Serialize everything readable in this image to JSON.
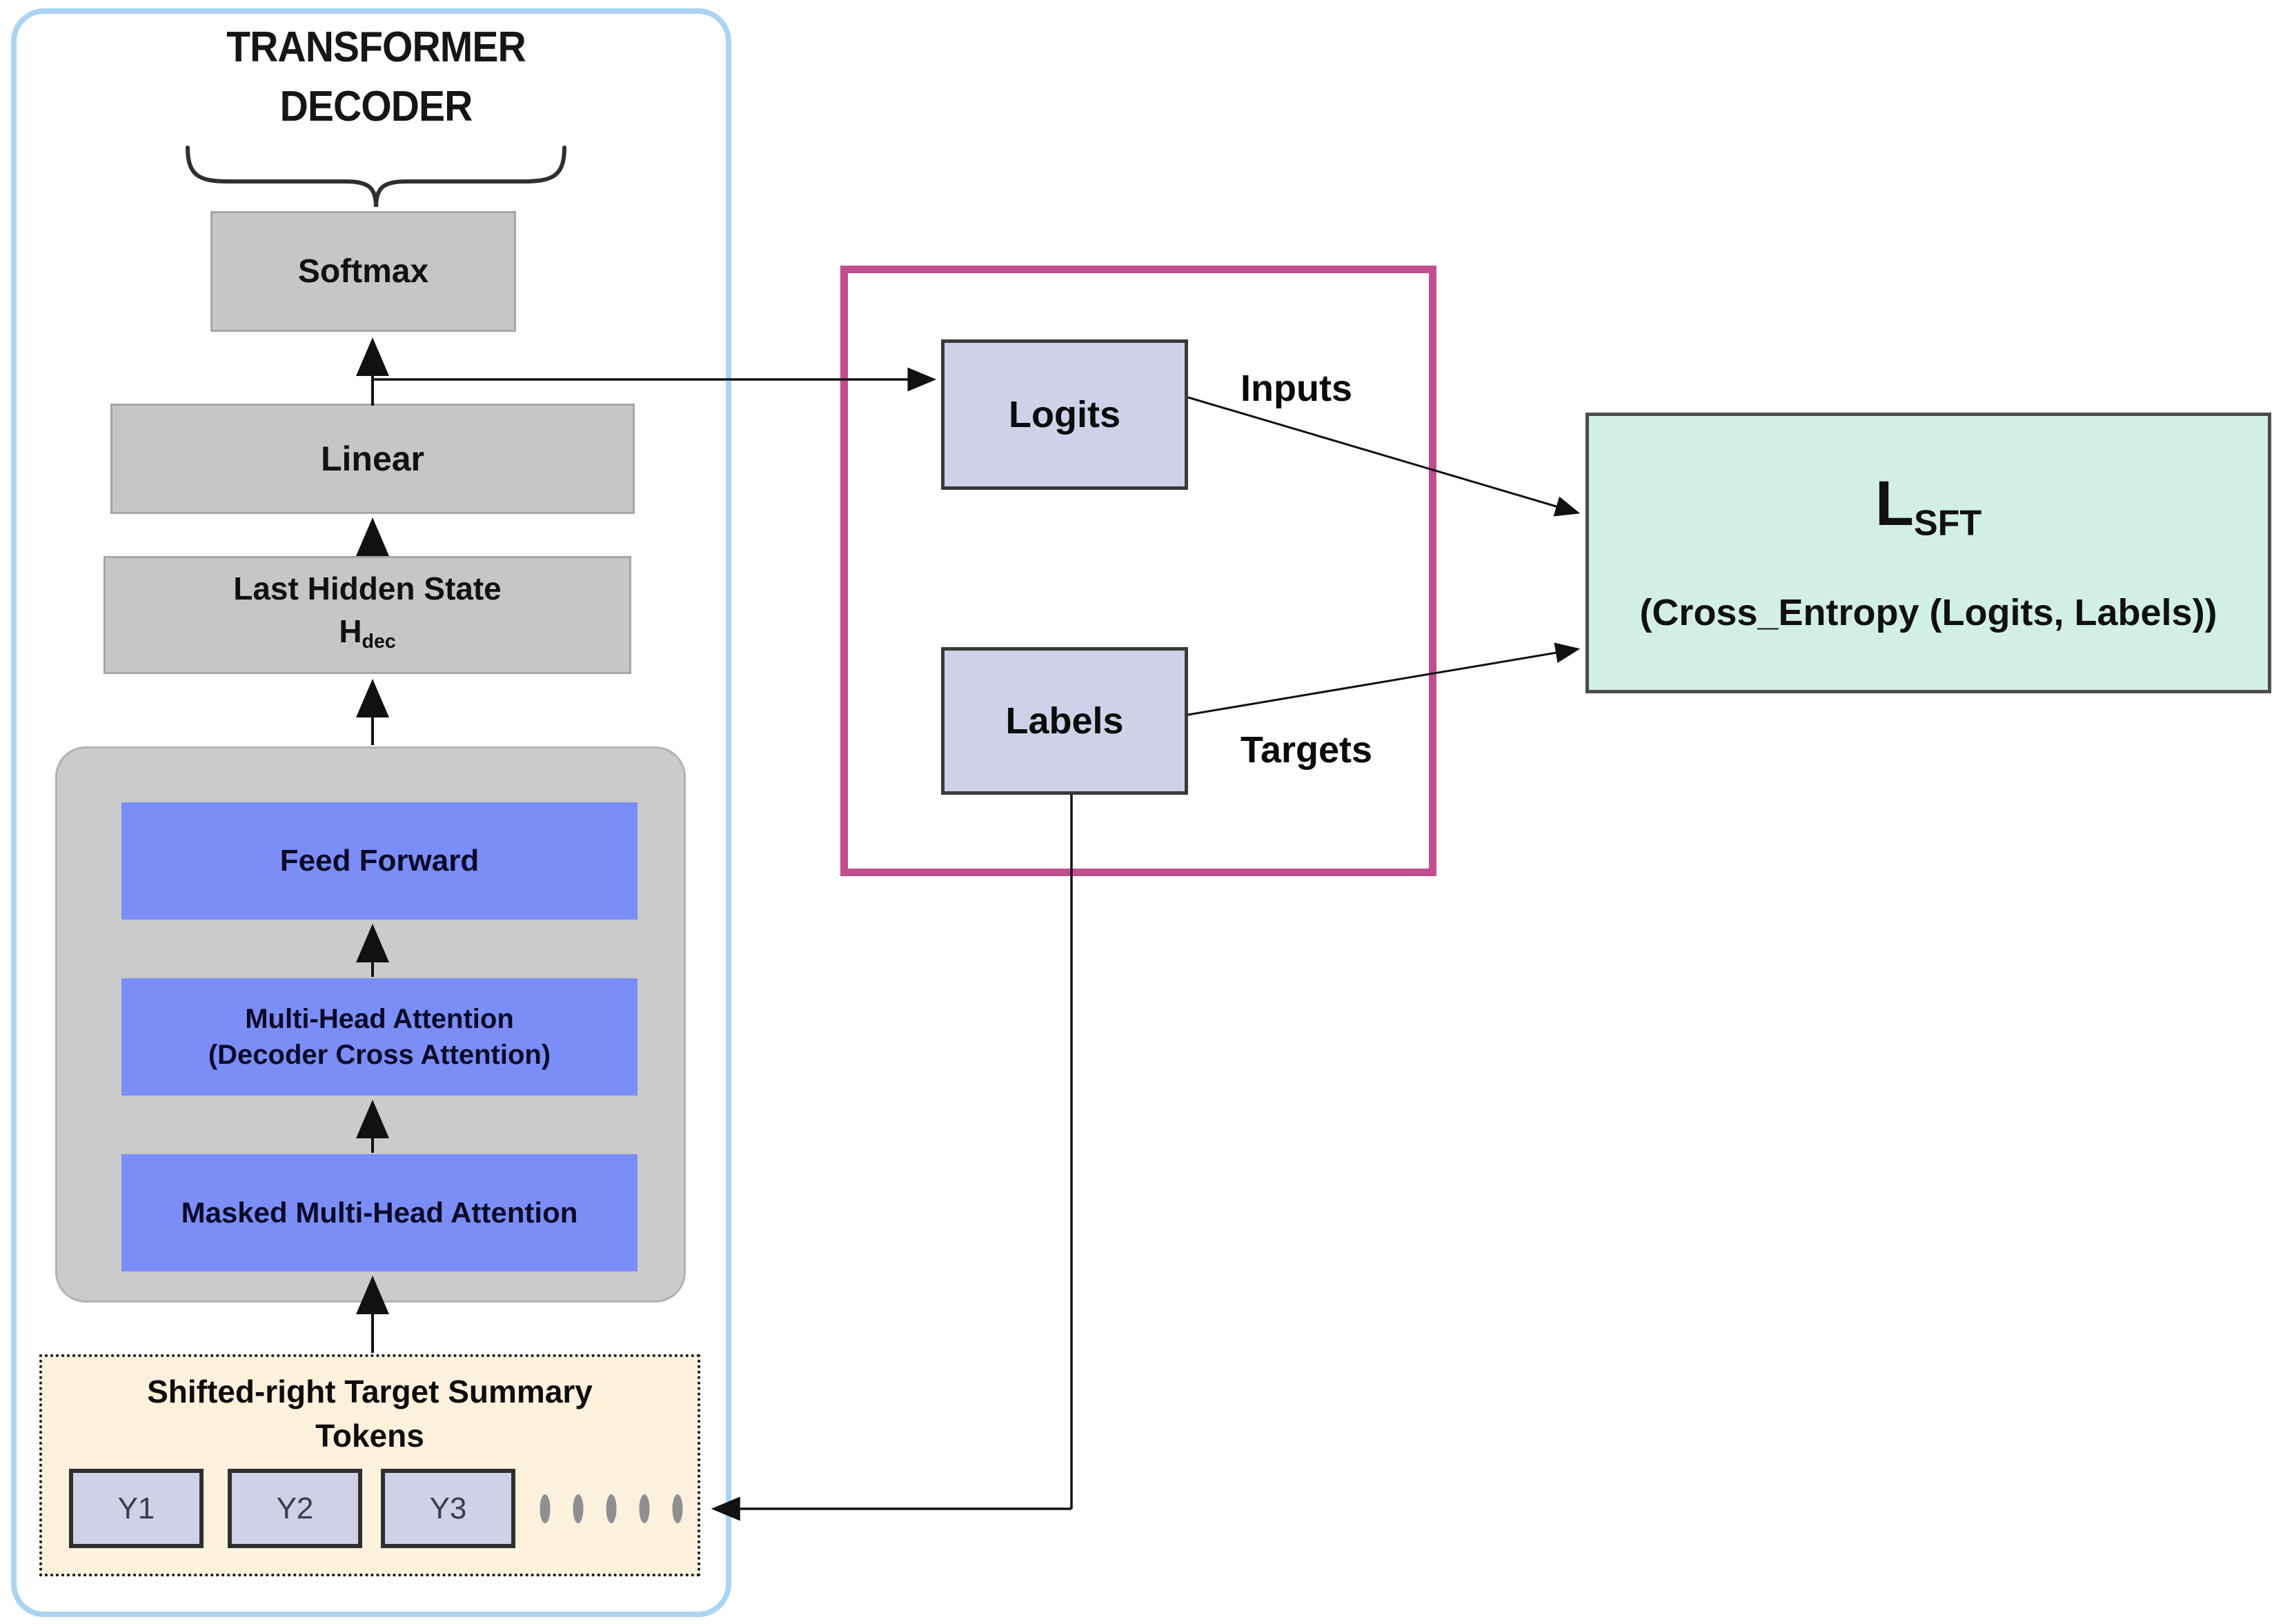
{
  "diagram": {
    "decoder_panel": {
      "title_line1": "TRANSFORMER",
      "title_line2": "DECODER",
      "softmax": "Softmax",
      "linear": "Linear",
      "last_hidden_state": "Last Hidden State",
      "last_hidden_symbol": "H",
      "last_hidden_symbol_sub": "dec",
      "decoder_block": {
        "feed_forward": "Feed Forward",
        "mha_line1": "Multi-Head Attention",
        "mha_line2": "(Decoder Cross Attention)",
        "masked_mha": "Masked Multi-Head Attention"
      },
      "tokens_box": {
        "title_line1": "Shifted-right Target Summary",
        "title_line2": "Tokens",
        "tokens": [
          "Y1",
          "Y2",
          "Y3"
        ]
      }
    },
    "loss_inputs_panel": {
      "logits": "Logits",
      "labels": "Labels",
      "inputs_label": "Inputs",
      "targets_label": "Targets"
    },
    "loss_box": {
      "symbol": "L",
      "symbol_sub": "SFT",
      "formula": "(Cross_Entropy (Logits, Labels))"
    },
    "colors": {
      "panel_border": "#abd4f2",
      "gray_box": "#c6c6c6",
      "block_bg": "#cbcbcb",
      "blue_box": "#7b8ef8",
      "lavender_box": "#cfd1e9",
      "cream_box": "#fbf1dd",
      "mint_box": "#d2efe6",
      "magenta_border": "#c14e8e"
    }
  }
}
